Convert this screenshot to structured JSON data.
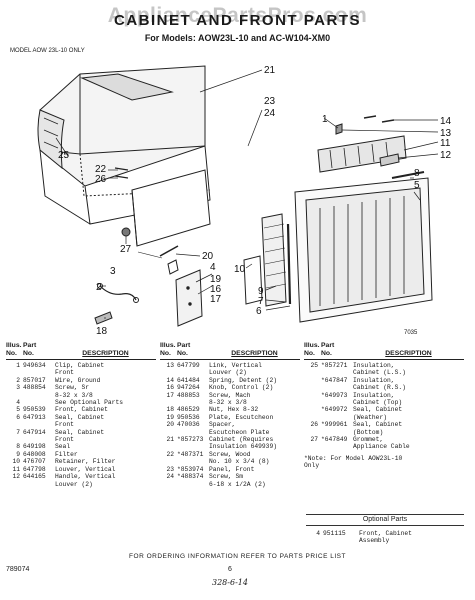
{
  "watermark": "AppliancePartsPros.com",
  "header": {
    "title": "CABINET AND FRONT PARTS",
    "subtitle": "For Models: AOW23L-10 and AC-W104-XM0",
    "model_note": "MODEL AOW 23L-10 ONLY"
  },
  "diagram": {
    "callouts": [
      "21",
      "23",
      "24",
      "25",
      "22",
      "26",
      "27",
      "20",
      "3",
      "4",
      "19",
      "16",
      "17",
      "2",
      "18",
      "1",
      "14",
      "13",
      "11",
      "12",
      "8",
      "5",
      "10",
      "9",
      "7",
      "6"
    ],
    "plate_number": "7035"
  },
  "table": {
    "headers": {
      "illus": "Illus.\nNo.",
      "part": "Part\nNo.",
      "description": "DESCRIPTION"
    },
    "columns": [
      [
        {
          "illus": "1",
          "part": "949634",
          "desc": "Clip, Cabinet\nFront"
        },
        {
          "illus": "2",
          "part": "857017",
          "desc": "Wire, Ground"
        },
        {
          "illus": "3",
          "part": "488854",
          "desc": "Screw, Sr\n8-32 x 3/8"
        },
        {
          "illus": "4",
          "part": "",
          "desc": "See Optional Parts"
        },
        {
          "illus": "5",
          "part": "950539",
          "desc": "Front, Cabinet"
        },
        {
          "illus": "6",
          "part": "647913",
          "desc": "Seal, Cabinet\nFront"
        },
        {
          "illus": "7",
          "part": "647914",
          "desc": "Seal, Cabinet\nFront"
        },
        {
          "illus": "8",
          "part": "649198",
          "desc": "Seal"
        },
        {
          "illus": "9",
          "part": "648008",
          "desc": "Filter"
        },
        {
          "illus": "10",
          "part": "476707",
          "desc": "Retainer, Filter"
        },
        {
          "illus": "11",
          "part": "647798",
          "desc": "Louver, Vertical"
        },
        {
          "illus": "12",
          "part": "644165",
          "desc": "Handle, Vertical\nLouver (2)"
        }
      ],
      [
        {
          "illus": "13",
          "part": "647799",
          "desc": "Link, Vertical\nLouver (2)"
        },
        {
          "illus": "14",
          "part": "641484",
          "desc": "Spring, Detent (2)"
        },
        {
          "illus": "16",
          "part": "947264",
          "desc": "Knob, Control (2)"
        },
        {
          "illus": "17",
          "part": "488853",
          "desc": "Screw, Mach\n8-32 x 3/8"
        },
        {
          "illus": "18",
          "part": "486529",
          "desc": "Nut, Hex 8-32"
        },
        {
          "illus": "19",
          "part": "950536",
          "desc": "Plate, Escutcheon"
        },
        {
          "illus": "20",
          "part": "470036",
          "desc": "Spacer,\nEscutcheon Plate"
        },
        {
          "illus": "21",
          "part": "*857273",
          "desc": "Cabinet (Requires\nInsulation 649939)"
        },
        {
          "illus": "22",
          "part": "*487371",
          "desc": "Screw, Wood\nNo. 10 x 3/4 (8)"
        },
        {
          "illus": "23",
          "part": "*853974",
          "desc": "Panel, Front"
        },
        {
          "illus": "24",
          "part": "*488374",
          "desc": "Screw, Sm\n6-18 x 1/2A (2)"
        }
      ],
      [
        {
          "illus": "25",
          "part": "*857271",
          "desc": "Insulation,\nCabinet (L.S.)"
        },
        {
          "illus": "",
          "part": "*647847",
          "desc": "Insulation,\nCabinet (R.S.)"
        },
        {
          "illus": "",
          "part": "*649973",
          "desc": "Insulation,\nCabinet (Top)"
        },
        {
          "illus": "",
          "part": "*649972",
          "desc": "Seal, Cabinet\n(Weather)"
        },
        {
          "illus": "26",
          "part": "*999961",
          "desc": "Seal, Cabinet\n(Bottom)"
        },
        {
          "illus": "27",
          "part": "*647849",
          "desc": "Grommet,\nAppliance Cable"
        }
      ]
    ],
    "footnote": "*Note: For Model AOW23L-10\nOnly"
  },
  "optional_parts": {
    "heading": "Optional Parts",
    "items": [
      {
        "illus": "4",
        "part": "951115",
        "desc": "Front, Cabinet\nAssembly"
      }
    ]
  },
  "footer": {
    "ordering": "FOR ORDERING INFORMATION REFER TO PARTS PRICE LIST",
    "doc_number": "789074",
    "page": "6",
    "handwritten": "328-6-14"
  }
}
